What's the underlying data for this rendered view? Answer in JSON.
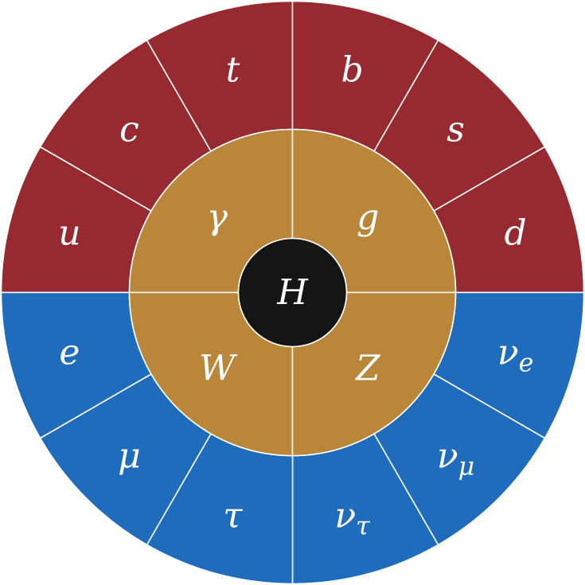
{
  "colors": {
    "quark": "#962a30",
    "lepton": "#1f6cbd",
    "boson": "#b9863a",
    "higgs": "#151515",
    "divider": "#ffffff",
    "text": "#ffffff"
  },
  "center": {
    "symbol": "H"
  },
  "bosons": [
    {
      "symbol": "γ"
    },
    {
      "symbol": "g"
    },
    {
      "symbol": "W"
    },
    {
      "symbol": "Z"
    }
  ],
  "quarks": [
    {
      "symbol": "u"
    },
    {
      "symbol": "c"
    },
    {
      "symbol": "t"
    },
    {
      "symbol": "b"
    },
    {
      "symbol": "s"
    },
    {
      "symbol": "d"
    }
  ],
  "leptons": [
    {
      "symbol": "ν",
      "subscript": "e"
    },
    {
      "symbol": "ν",
      "subscript": "μ"
    },
    {
      "symbol": "ν",
      "subscript": "τ"
    },
    {
      "symbol": "τ"
    },
    {
      "symbol": "μ"
    },
    {
      "symbol": "e"
    }
  ]
}
